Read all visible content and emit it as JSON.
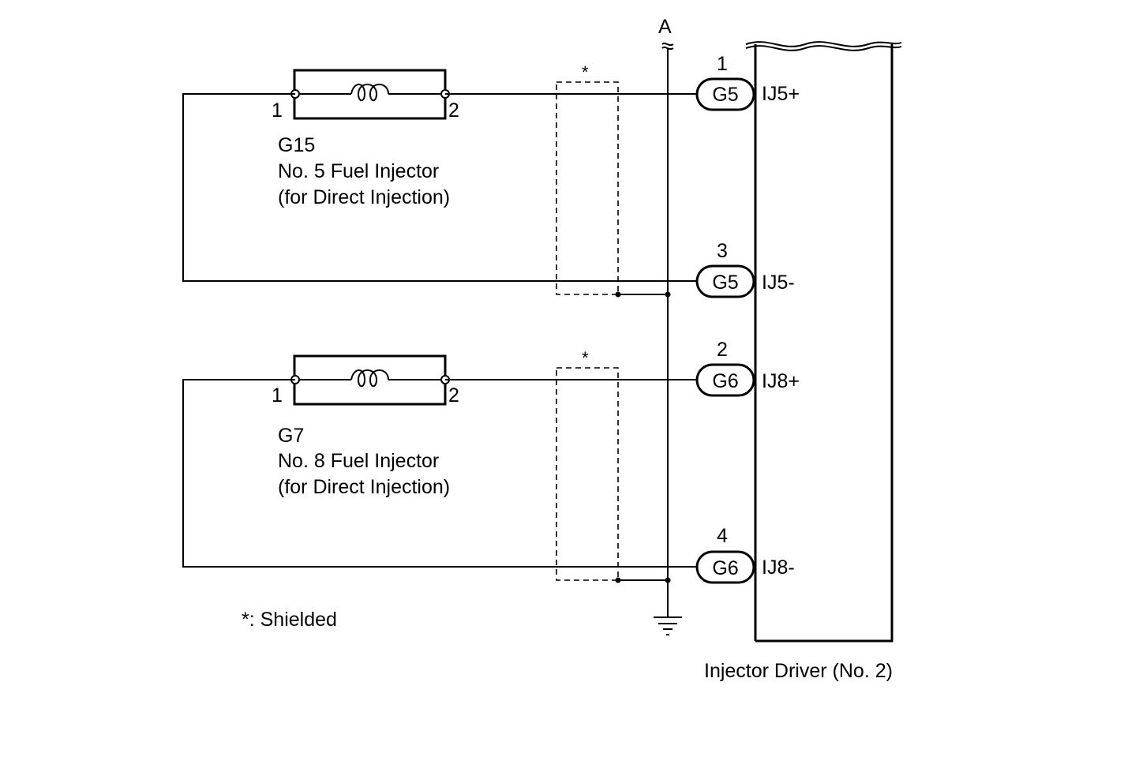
{
  "ground_point_label": "A",
  "shield_marker": "*",
  "shield_note": "*: Shielded",
  "driver_label": "Injector Driver (No. 2)",
  "injectors": [
    {
      "connector": "G15",
      "name": "No. 5 Fuel Injector",
      "subtitle": "(for Direct Injection)",
      "pin_left": "1",
      "pin_right": "2"
    },
    {
      "connector": "G7",
      "name": "No. 8 Fuel Injector",
      "subtitle": "(for Direct Injection)",
      "pin_left": "1",
      "pin_right": "2"
    }
  ],
  "driver_terminals": [
    {
      "pin": "1",
      "connector": "G5",
      "signal": "IJ5+"
    },
    {
      "pin": "3",
      "connector": "G5",
      "signal": "IJ5-"
    },
    {
      "pin": "2",
      "connector": "G6",
      "signal": "IJ8+"
    },
    {
      "pin": "4",
      "connector": "G6",
      "signal": "IJ8-"
    }
  ]
}
